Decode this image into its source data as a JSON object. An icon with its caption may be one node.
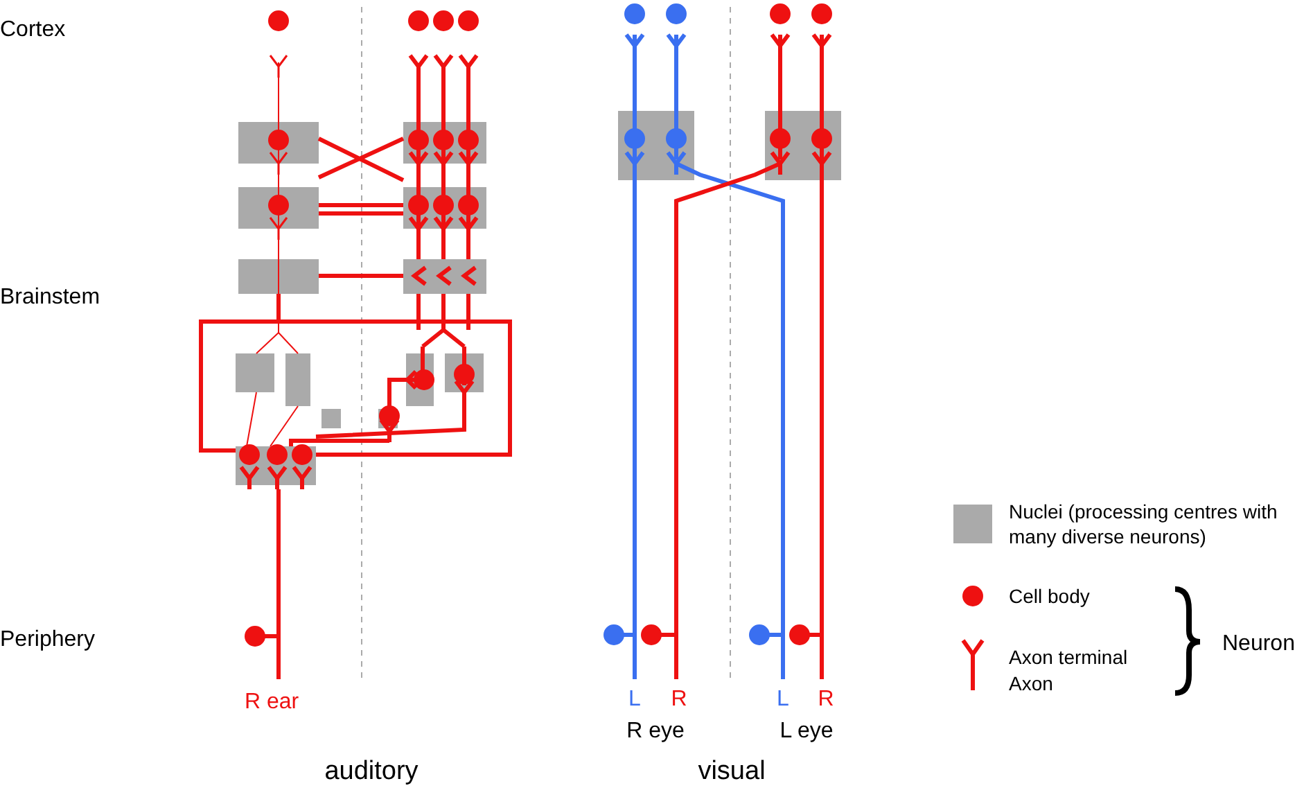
{
  "diagram": {
    "labels": [
      "Cortex",
      "Brainstem",
      "Periphery",
      "R ear",
      "L",
      "R",
      "R eye",
      "L",
      "R",
      "L eye",
      "auditory",
      "visual",
      "Neuron"
    ],
    "legend": [
      {
        "text": "Nuclei (processing centres with many diverse neurons)",
        "color": "#aaaaaa"
      },
      {
        "text": "Cell body"
      },
      {
        "text": "Axon terminal"
      },
      {
        "text": "Axon"
      }
    ]
  }
}
